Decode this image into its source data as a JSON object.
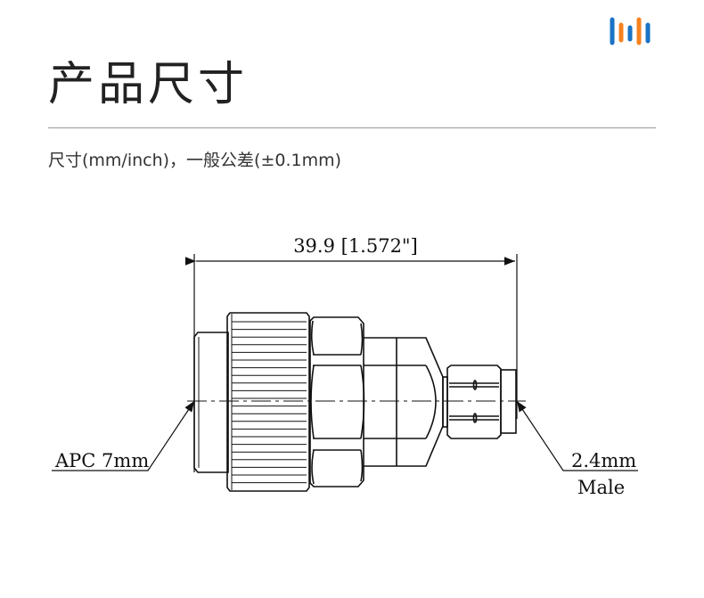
{
  "page": {
    "title": "产品尺寸",
    "subtitle": "尺寸(mm/inch)，一般公差(±0.1mm)",
    "logo_colors": [
      "#1a73c6",
      "#f58220"
    ]
  },
  "drawing": {
    "overall_length": "39.9 [1.572\"]",
    "left_label": "APC 7mm",
    "right_label_top": "2.4mm",
    "right_label_bottom": "Male"
  }
}
